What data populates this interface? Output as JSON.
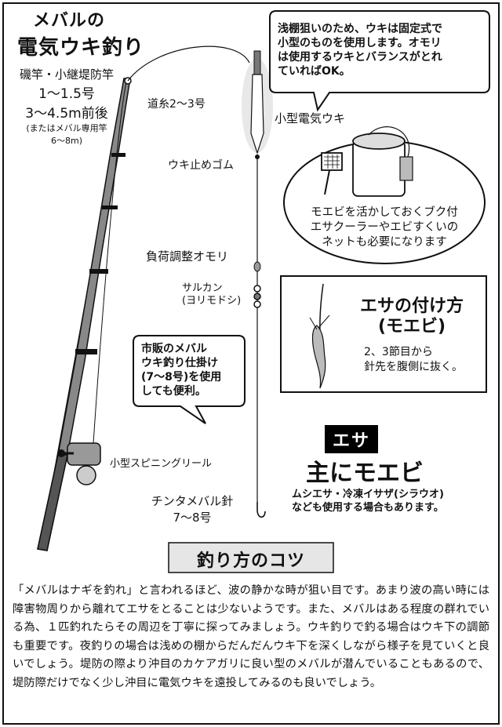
{
  "title": {
    "line1": "メバルの",
    "line2": "電気ウキ釣り"
  },
  "rod": {
    "name": "磯竿・小継堤防竿",
    "spec1": "1〜1.5号",
    "spec2": "3〜4.5m前後",
    "note1": "(またはメバル専用竿",
    "note2": "6〜8m)"
  },
  "labels": {
    "line": "道糸2〜3号",
    "float_stop": "ウキ止めゴム",
    "float": "小型電気ウキ",
    "sinker": "負荷調整オモリ",
    "swivel1": "サルカン",
    "swivel2": "(ヨリモドシ)",
    "reel": "小型スピニングリール",
    "hook1": "チンタメバル針",
    "hook2": "7〜8号"
  },
  "float_bubble": {
    "lines": [
      "浅棚狙いのため、ウキは固定式で",
      "小型のものを使用します。オモリ",
      "は使用するウキとバランスがとれ",
      "ていればOK。"
    ]
  },
  "gear_bubble": {
    "lines": [
      "モエビを活かしておくブク付",
      "エサクーラーやエビすくいの",
      "ネットも必要になります"
    ]
  },
  "rig_bubble": {
    "lines": [
      "市販のメバル",
      "ウキ釣り仕掛け",
      "(7〜8号)を使用",
      "しても便利。"
    ]
  },
  "bait_box": {
    "heading1": "エサの付け方",
    "heading2": "(モエビ)",
    "desc1": "2、3節目から",
    "desc2": "針先を腹側に抜く。"
  },
  "esa": {
    "tag": "エサ",
    "main": "主にモエビ",
    "note1": "ムシエサ・冷凍イサザ(シラウオ)",
    "note2": "なども使用する場合もあります。"
  },
  "tips": {
    "title": "釣り方のコツ",
    "body": "「メバルはナギを釣れ」と言われるほど、波の静かな時が狙い目です。あまり波の高い時には障害物周りから離れてエサをとることは少ないようです。また、メバルはある程度の群れでいる為、１匹釣れたらその周辺を丁寧に探ってみましょう。ウキ釣りで釣る場合はウキ下の調節も重要です。夜釣りの場合は浅めの棚からだんだんウキ下を深くしながら様子を見ていくと良いでしょう。堤防の際より沖目のカケアガリに良い型のメバルが潜んでいることもあるので、堤防際だけでなく少し沖目に電気ウキを遠投してみるのも良いでしょう。"
  },
  "colors": {
    "ink": "#111111",
    "tag_bg": "#000000",
    "tips_bg": "#e6e6e6",
    "float_glow": "#dddddd"
  }
}
